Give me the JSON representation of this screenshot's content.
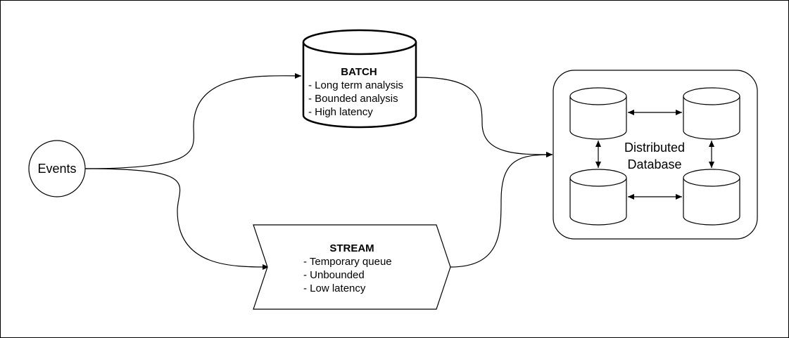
{
  "diagram": {
    "events": {
      "label": "Events"
    },
    "batch": {
      "title": "BATCH",
      "items": [
        "- Long term analysis",
        "- Bounded analysis",
        "- High latency"
      ]
    },
    "stream": {
      "title": "STREAM",
      "items": [
        "- Temporary queue",
        "- Unbounded",
        "- Low latency"
      ]
    },
    "database": {
      "label_line1": "Distributed",
      "label_line2": "Database"
    }
  }
}
